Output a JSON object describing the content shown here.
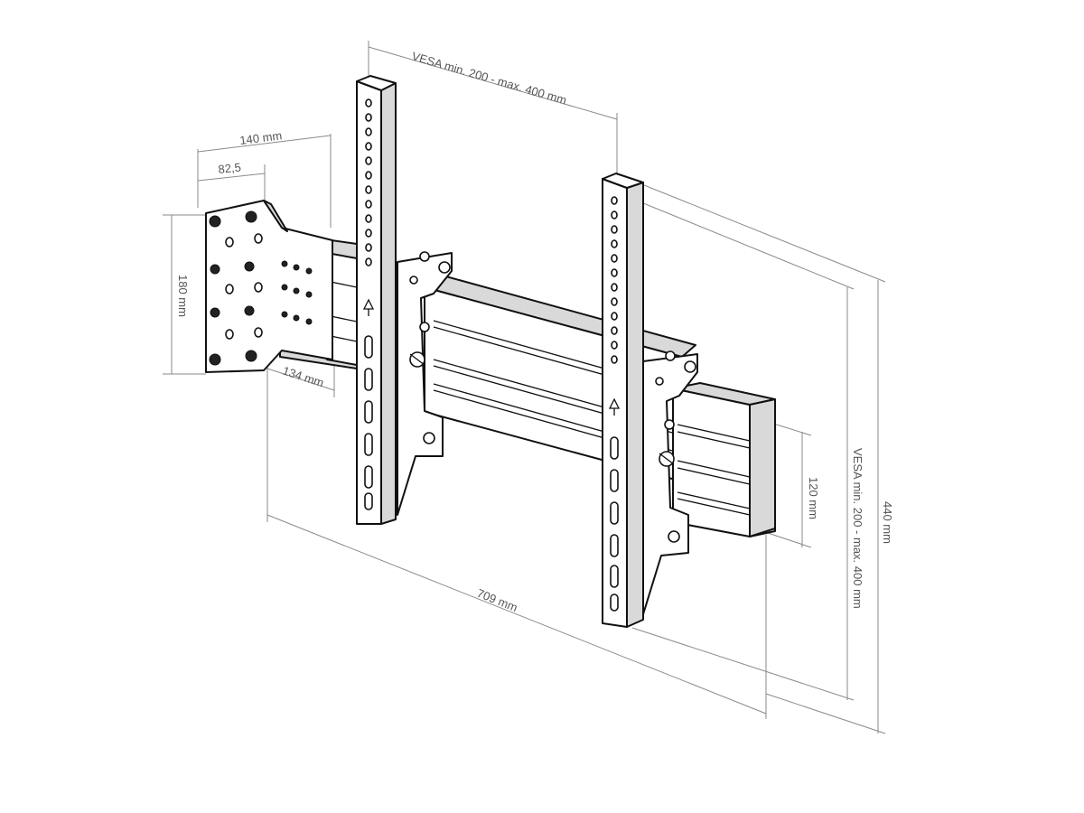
{
  "dimensions": {
    "vesa_horizontal": "VESA min. 200 - max. 400 mm",
    "vesa_vertical": "VESA min. 200 - max. 400 mm",
    "plate_width": "140 mm",
    "hole_offset": "82,5",
    "plate_height": "180 mm",
    "arm_depth": "134 mm",
    "rail_height": "120 mm",
    "total_width": "709 mm",
    "total_height": "440 mm"
  },
  "colors": {
    "outline": "#111111",
    "dimension_line": "#8a8a8a",
    "dimension_text": "#555555",
    "rail_shade": "#d9d9d9"
  }
}
